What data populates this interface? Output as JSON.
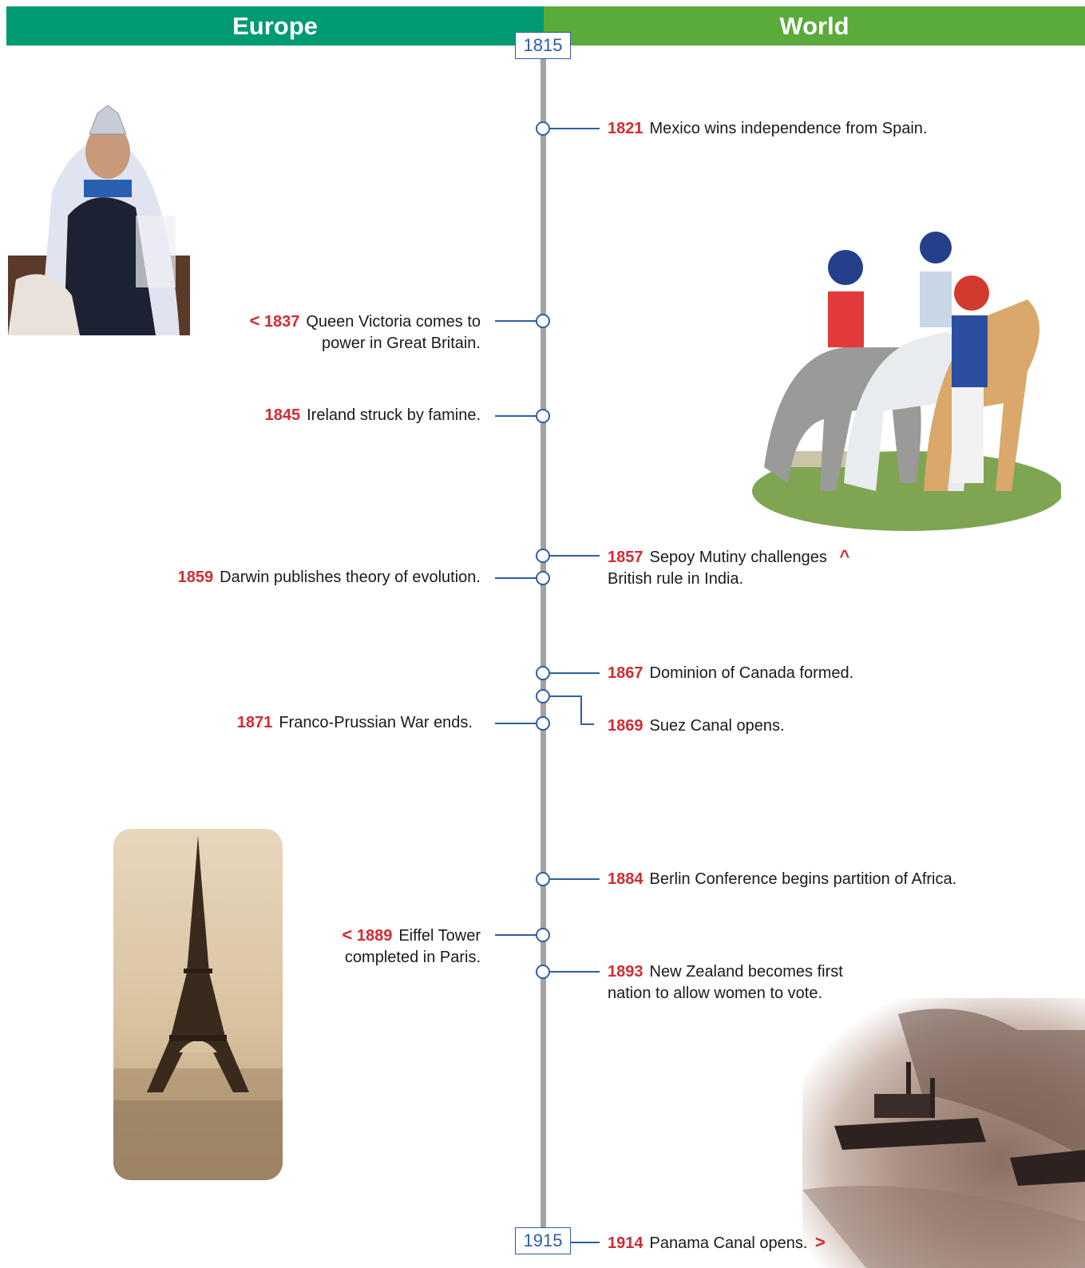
{
  "headers": {
    "left": "Europe",
    "right": "World"
  },
  "colors": {
    "left_header": "#009a73",
    "right_header": "#5aab3b",
    "year_red": "#d42a31",
    "connector_blue": "#2f5da8",
    "axis_gray": "#a3a3a3"
  },
  "range": {
    "start": "1815",
    "end": "1915"
  },
  "events_europe": [
    {
      "year": "1837",
      "text": "Queen Victoria comes to",
      "text2": "power in Great Britain.",
      "marker": "<"
    },
    {
      "year": "1845",
      "text": "Ireland struck by famine."
    },
    {
      "year": "1859",
      "text": "Darwin publishes theory of evolution."
    },
    {
      "year": "1871",
      "text": "Franco-Prussian War ends."
    },
    {
      "year": "1889",
      "text": "Eiffel Tower",
      "text2": "completed in Paris.",
      "marker": "<"
    }
  ],
  "events_world": [
    {
      "year": "1821",
      "text": "Mexico wins independence from Spain."
    },
    {
      "year": "1857",
      "text": "Sepoy Mutiny challenges",
      "text2": "British rule in India.",
      "marker": "^"
    },
    {
      "year": "1867",
      "text": "Dominion of Canada formed."
    },
    {
      "year": "1869",
      "text": "Suez Canal opens."
    },
    {
      "year": "1884",
      "text": "Berlin Conference begins partition of Africa."
    },
    {
      "year": "1893",
      "text": "New Zealand becomes first",
      "text2": "nation to allow women to vote."
    },
    {
      "year": "1914",
      "text": "Panama Canal opens.",
      "marker": ">"
    }
  ],
  "images": [
    "queen-victoria-portrait",
    "sepoy-cavalry-illustration",
    "eiffel-tower-photo",
    "panama-canal-photo"
  ]
}
